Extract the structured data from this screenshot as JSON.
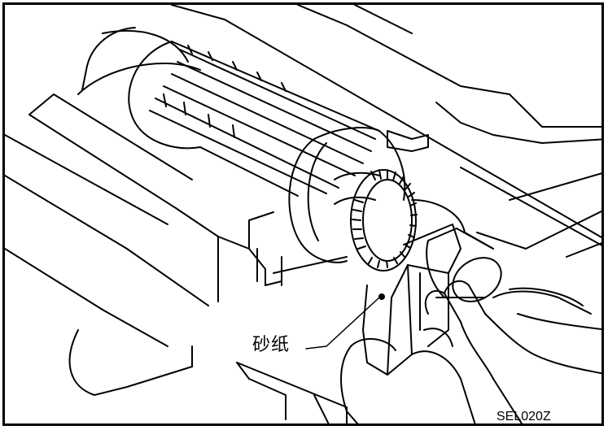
{
  "figure": {
    "callout_label": "砂纸",
    "figure_code": "SEL020Z"
  },
  "colors": {
    "ink": "#000000",
    "paper": "#ffffff"
  },
  "parts": [
    "armature",
    "commutator",
    "sandpaper",
    "hand",
    "vise-jaws"
  ]
}
